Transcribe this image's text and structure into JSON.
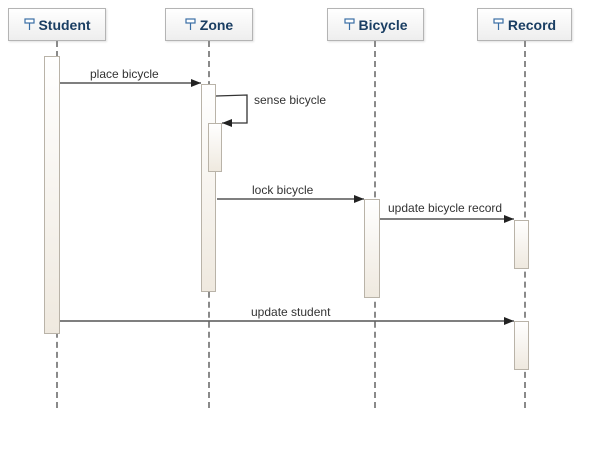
{
  "participants": [
    {
      "id": "student",
      "label": "Student"
    },
    {
      "id": "zone",
      "label": "Zone"
    },
    {
      "id": "bicycle",
      "label": "Bicycle"
    },
    {
      "id": "record",
      "label": "Record"
    }
  ],
  "messages": [
    {
      "label": "place bicycle",
      "from": "Student",
      "to": "Zone"
    },
    {
      "label": "sense bicycle",
      "from": "Zone",
      "to": "Zone"
    },
    {
      "label": "lock bicycle",
      "from": "Zone",
      "to": "Bicycle"
    },
    {
      "label": "update bicycle record",
      "from": "Bicycle",
      "to": "Record"
    },
    {
      "label": "update student",
      "from": "Student",
      "to": "Record"
    }
  ],
  "icon": "participant-pin-icon",
  "colors": {
    "participant_text": "#1a3e63",
    "lifeline": "#8a8a8a",
    "arrow": "#333333"
  }
}
